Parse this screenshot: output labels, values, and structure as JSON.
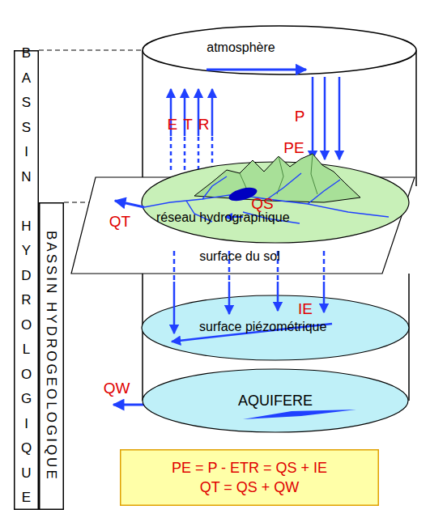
{
  "diagram": {
    "nodes": [
      {
        "text": [
          "BASSIN HYDROLOGIQUE"
        ]
      },
      {
        "text": [
          "BASSIN HYDROGEOLOGIQUE"
        ]
      },
      {
        "text": [
          "AQUIFERE"
        ]
      },
      {
        "text": [
          "PE = P - ETR = QS + IE",
          "QT = QS + QW"
        ]
      }
    ],
    "labels": [
      "atmosphère",
      "ETR",
      "P",
      "PE",
      "QS",
      "QT",
      "réseau hydrographique",
      "surface du sol",
      "IE",
      "surface piézométrique",
      "QW"
    ]
  }
}
